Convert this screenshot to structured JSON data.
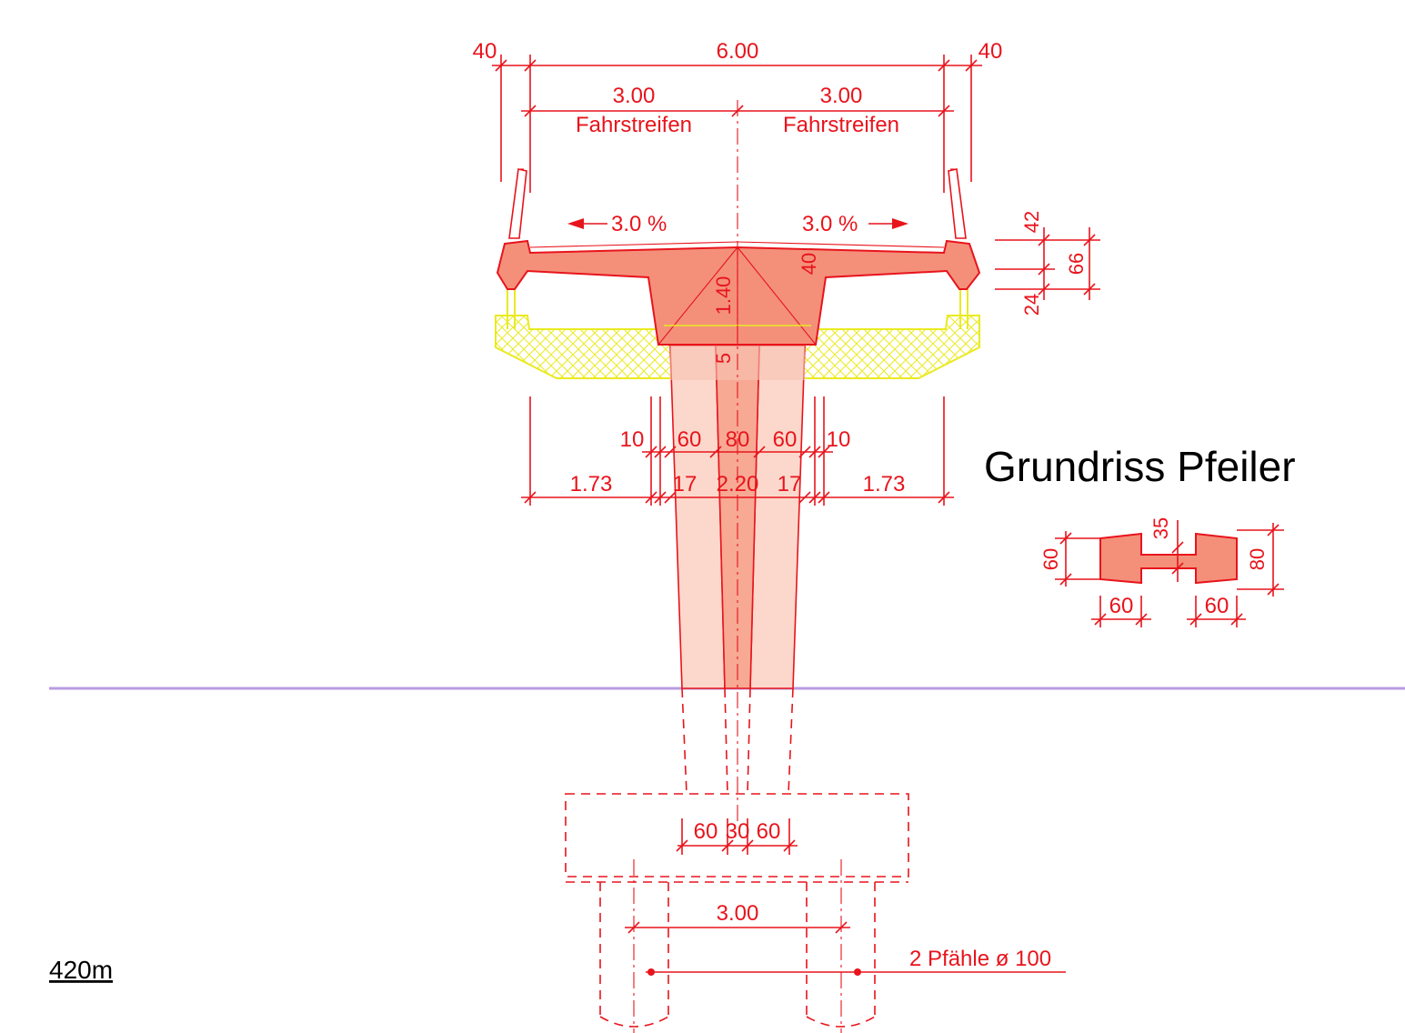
{
  "title": "Grundriss Pfeiler",
  "level_label": "420m",
  "piles_label": "2 Pfähle ø 100",
  "colors": {
    "dimension": "#e8141c",
    "deck_fill": "#f4907a",
    "pier_fill": "#fcd8cc",
    "ground_line": "#b89be0",
    "formwork": "#eaea22"
  },
  "deck": {
    "top_width": "6.00",
    "edge_left": "40",
    "edge_right": "40",
    "lane_left_width": "3.00",
    "lane_left_label": "Fahrstreifen",
    "lane_right_width": "3.00",
    "lane_right_label": "Fahrstreifen",
    "slope_left": "3.0 %",
    "slope_right": "3.0 %",
    "depth": "1.40",
    "flange_root": "40",
    "gap": "5",
    "cantilever_top": "42",
    "cantilever_total": "66",
    "cantilever_bottom": "24"
  },
  "pier": {
    "upper_row": [
      "10",
      "60",
      "80",
      "60",
      "10"
    ],
    "lower_row": [
      "1.73",
      "17",
      "2.20",
      "17",
      "1.73"
    ]
  },
  "plan_section": {
    "slot": "35",
    "web_height": "60",
    "flange_height": "80",
    "flange_width_left": "60",
    "flange_width_right": "60"
  },
  "foundation": {
    "column_row": [
      "60",
      "30",
      "60"
    ],
    "pile_spacing": "3.00"
  }
}
